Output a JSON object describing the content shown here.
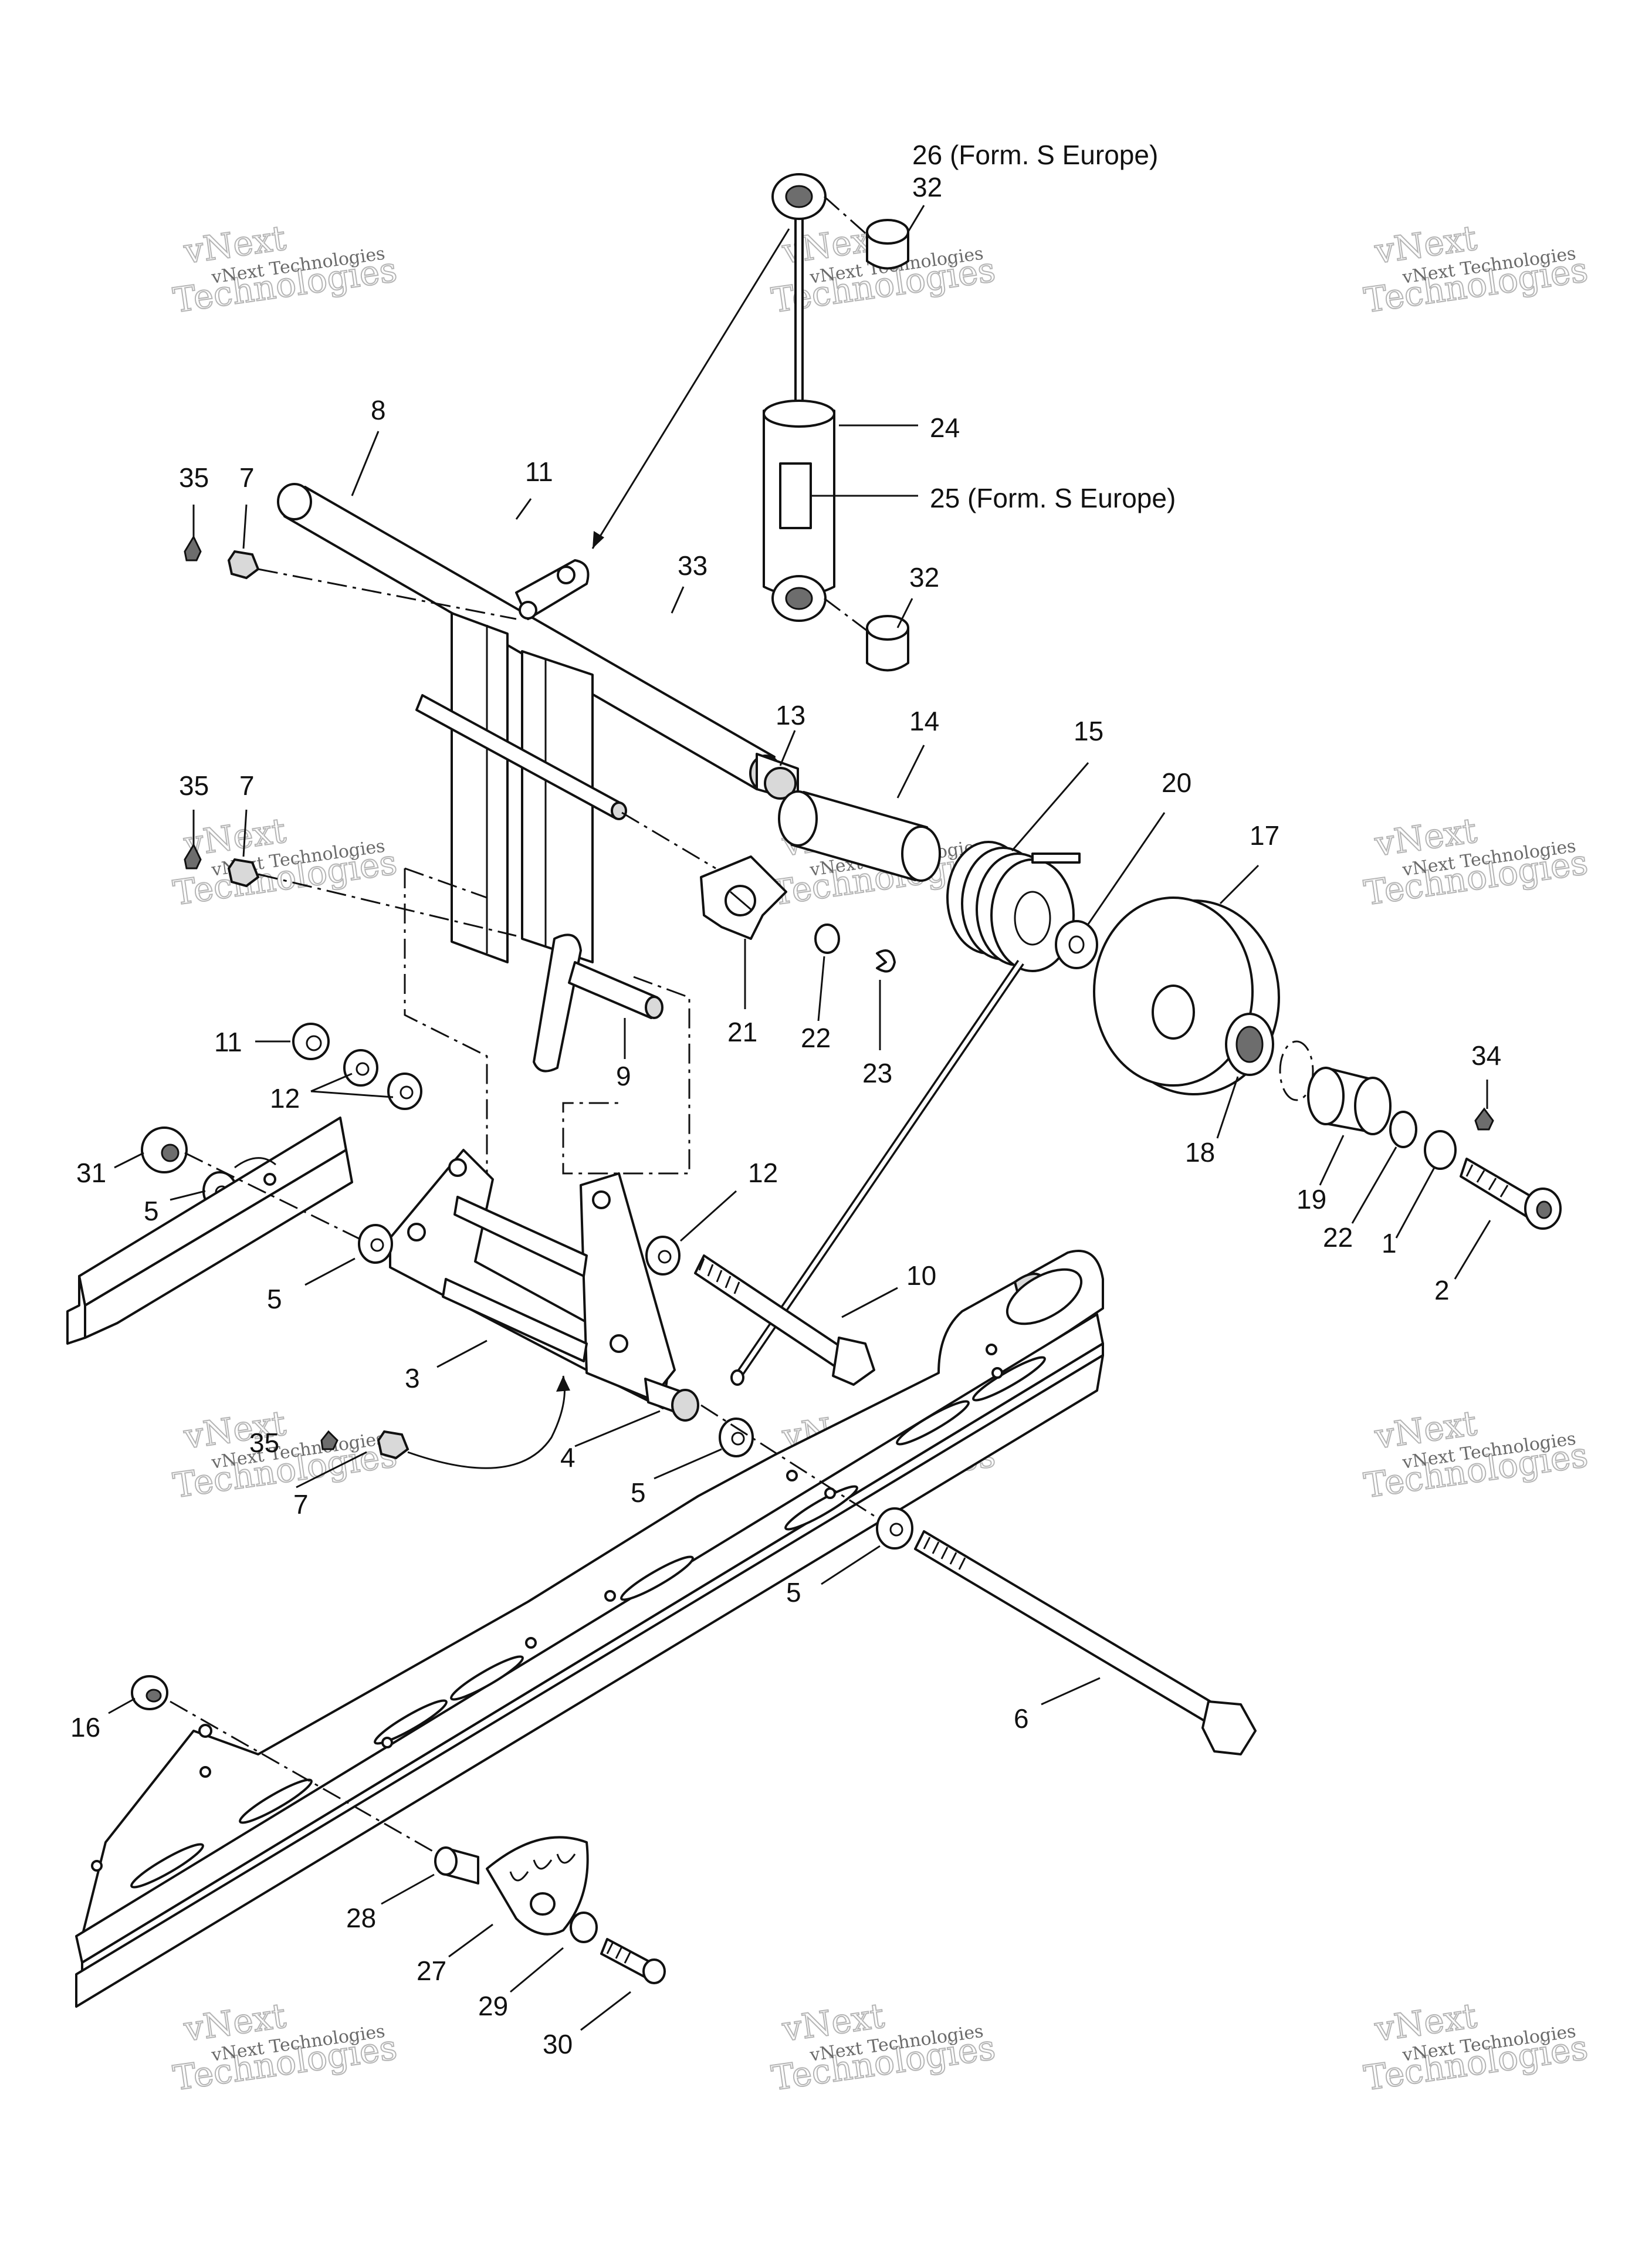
{
  "callouts": [
    {
      "id": "c26",
      "text": "26 (Form. S Europe)"
    },
    {
      "id": "c32a",
      "text": "32"
    },
    {
      "id": "c24",
      "text": "24"
    },
    {
      "id": "c25",
      "text": "25 (Form. S Europe)"
    },
    {
      "id": "c32b",
      "text": "32"
    },
    {
      "id": "c8",
      "text": "8"
    },
    {
      "id": "c11a",
      "text": "11"
    },
    {
      "id": "c33",
      "text": "33"
    },
    {
      "id": "c35a",
      "text": "35"
    },
    {
      "id": "c7a",
      "text": "7"
    },
    {
      "id": "c13",
      "text": "13"
    },
    {
      "id": "c14",
      "text": "14"
    },
    {
      "id": "c15",
      "text": "15"
    },
    {
      "id": "c20",
      "text": "20"
    },
    {
      "id": "c17",
      "text": "17"
    },
    {
      "id": "c35b",
      "text": "35"
    },
    {
      "id": "c7b",
      "text": "7"
    },
    {
      "id": "c21",
      "text": "21"
    },
    {
      "id": "c22a",
      "text": "22"
    },
    {
      "id": "c23",
      "text": "23"
    },
    {
      "id": "c9",
      "text": "9"
    },
    {
      "id": "c11b",
      "text": "11"
    },
    {
      "id": "c12a",
      "text": "12"
    },
    {
      "id": "c31",
      "text": "31"
    },
    {
      "id": "c5a",
      "text": "5"
    },
    {
      "id": "c34",
      "text": "34"
    },
    {
      "id": "c18",
      "text": "18"
    },
    {
      "id": "c19",
      "text": "19"
    },
    {
      "id": "c22b",
      "text": "22"
    },
    {
      "id": "c1",
      "text": "1"
    },
    {
      "id": "c2",
      "text": "2"
    },
    {
      "id": "c12b",
      "text": "12"
    },
    {
      "id": "c5b",
      "text": "5"
    },
    {
      "id": "c10",
      "text": "10"
    },
    {
      "id": "c3",
      "text": "3"
    },
    {
      "id": "c35c",
      "text": "35"
    },
    {
      "id": "c4",
      "text": "4"
    },
    {
      "id": "c7c",
      "text": "7"
    },
    {
      "id": "c5c",
      "text": "5"
    },
    {
      "id": "c5d",
      "text": "5"
    },
    {
      "id": "c6",
      "text": "6"
    },
    {
      "id": "c16",
      "text": "16"
    },
    {
      "id": "c28",
      "text": "28"
    },
    {
      "id": "c27",
      "text": "27"
    },
    {
      "id": "c29",
      "text": "29"
    },
    {
      "id": "c30",
      "text": "30"
    }
  ],
  "watermark": {
    "line1": "vNext Technologies",
    "line2": "vNext",
    "line3": "Technologies"
  }
}
